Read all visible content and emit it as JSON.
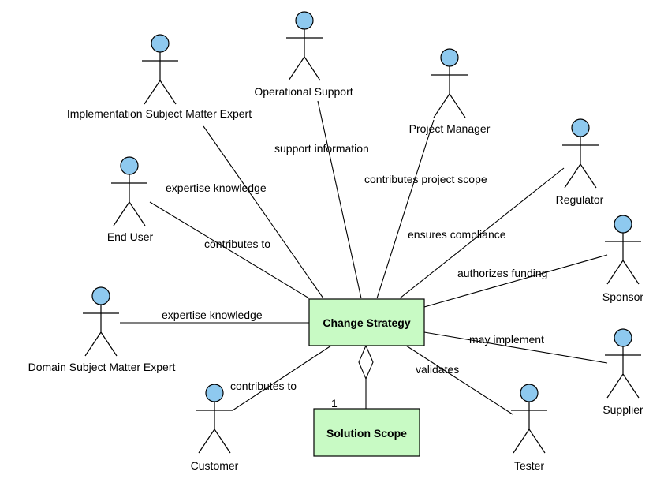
{
  "diagram": {
    "central": "Change Strategy",
    "composition": {
      "part": "Solution Scope",
      "multiplicity": "1"
    },
    "actors": [
      {
        "id": "impl-sme",
        "name": "Implementation Subject Matter Expert",
        "relation": "expertise knowledge"
      },
      {
        "id": "ops-support",
        "name": "Operational Support",
        "relation": "support information"
      },
      {
        "id": "project-manager",
        "name": "Project Manager",
        "relation": "contributes project scope"
      },
      {
        "id": "regulator",
        "name": "Regulator",
        "relation": "ensures compliance"
      },
      {
        "id": "end-user",
        "name": "End User",
        "relation": "contributes to"
      },
      {
        "id": "sponsor",
        "name": "Sponsor",
        "relation": "authorizes funding"
      },
      {
        "id": "domain-sme",
        "name": "Domain Subject Matter Expert",
        "relation": "expertise knowledge"
      },
      {
        "id": "supplier",
        "name": "Supplier",
        "relation": "may implement"
      },
      {
        "id": "customer",
        "name": "Customer",
        "relation": "contributes to"
      },
      {
        "id": "tester",
        "name": "Tester",
        "relation": "validates"
      }
    ],
    "colors": {
      "actor_head": "#8ec9ef",
      "box_fill": "#c8fac4"
    }
  }
}
